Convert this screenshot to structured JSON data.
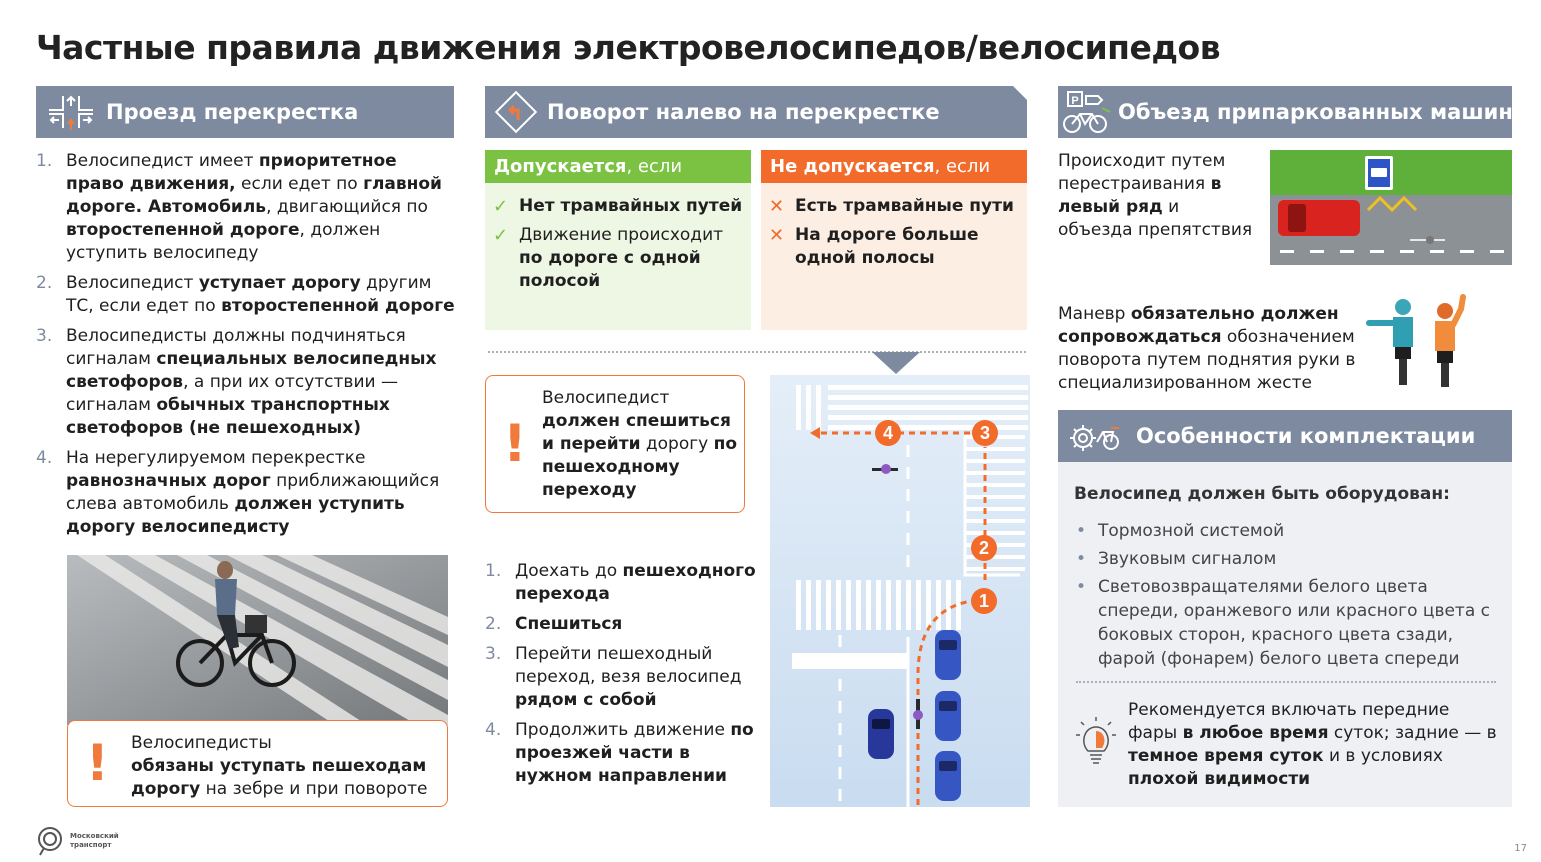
{
  "title": "Частные правила движения электровелосипедов/велосипедов",
  "col1": {
    "header": "Проезд перекрестка",
    "items": [
      {
        "n": "1.",
        "html": "Велосипедист имеет <b>приоритетное право движения,</b> если едет по <b>главной дороге. Автомобиль</b>, двигающийся по <b>второстепенной дороге</b>, должен уступить велосипеду"
      },
      {
        "n": "2.",
        "html": "Велосипедист <b>уступает дорогу</b> другим ТС, если едет по <b>второстепенной дороге</b>"
      },
      {
        "n": "3.",
        "html": "Велосипедисты должны подчиняться сигналам <b>специальных велосипедных светофоров</b>, а при их отсутствии — сигналам <b>обычных транспортных светофоров (не пешеходных)</b>"
      },
      {
        "n": "4.",
        "html": "На нерегулируемом перекрестке <b>равнозначных дорог</b> приближающийся слева автомобиль <b>должен уступить дорогу велосипедисту</b>"
      }
    ],
    "alert_html": "Велосипедисты<br><b>обязаны уступать пешеходам дорогу</b> на зебре и при повороте"
  },
  "col2": {
    "header": "Поворот налево на перекрестке",
    "allowed": {
      "title_html": "<b>Допускается</b>, если",
      "items": [
        {
          "mark": "✓",
          "html": "<b>Нет трамвайных путей</b>"
        },
        {
          "mark": "✓",
          "html": "Движение происходит <b>по дороге с одной полосой</b>"
        }
      ]
    },
    "denied": {
      "title_html": "<b>Не допускается</b>, если",
      "items": [
        {
          "mark": "✕",
          "html": "<b>Есть трамвайные пути</b>"
        },
        {
          "mark": "✕",
          "html": "<b>На дороге больше одной полосы</b>"
        }
      ]
    },
    "alert_html": "Велосипедист<br><b>должен спешиться и перейти</b> дорогу <b>по пешеходному переходу</b>",
    "steps": [
      {
        "n": "1.",
        "html": "Доехать до <b>пешеходного перехода</b>"
      },
      {
        "n": "2.",
        "html": "<b>Спешиться</b>"
      },
      {
        "n": "3.",
        "html": "Перейти пешеходный переход, везя велосипед <b>рядом с собой</b>"
      },
      {
        "n": "4.",
        "html": "Продолжить движение <b>по проезжей части в нужном направлении</b>"
      }
    ],
    "diagram_numbers": [
      "1",
      "2",
      "3",
      "4"
    ]
  },
  "col3": {
    "header": "Объезд припаркованных машин",
    "text_html": "Происходит путем перестраивания <b>в левый ряд</b> и объезда препятствия",
    "maneuver_html": "Маневр <b>обязательно должен сопровождаться</b> обозначением поворота путем поднятия руки в специализированном жесте",
    "equip_header": "Особенности комплектации",
    "equip_intro": "Велосипед должен быть оборудован:",
    "equip_items": [
      "Тормозной системой",
      "Звуковым сигналом",
      "Световозвращателями белого цвета спереди, оранжевого или красного цвета с боковых сторон, красного цвета сзади, фарой (фонарем) белого цвета спереди"
    ],
    "tip_html": "Рекомендуется включать передние фары <b>в любое время</b> суток; задние — в <b>темное время суток</b> и в условиях <b>плохой видимости</b>"
  },
  "footer": {
    "logo_line1": "Московский",
    "logo_line2": "транспорт",
    "page": "17"
  },
  "colors": {
    "header": "#7e8a9f",
    "accent": "#f07a3c",
    "green": "#7cc242",
    "orange": "#f26b2a"
  }
}
